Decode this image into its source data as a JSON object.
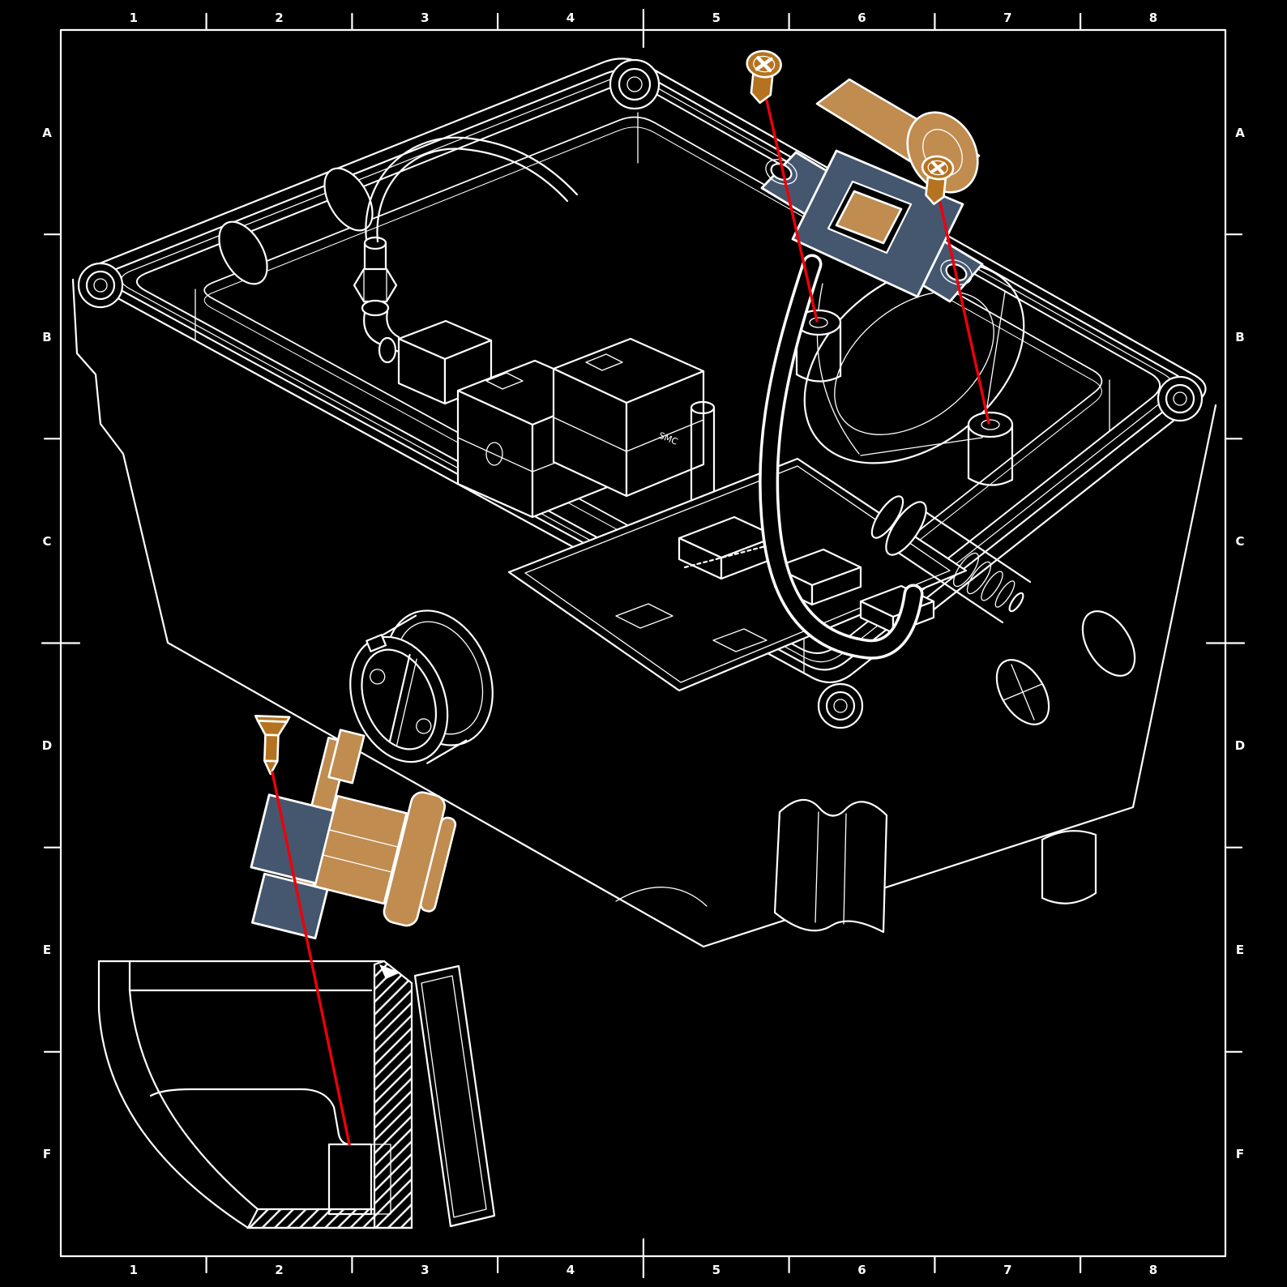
{
  "drawing": {
    "background_color": "#000000",
    "line_color": "#ffffff",
    "leader_line_color": "#ee0009",
    "highlight_colors": {
      "bracket_blue": "#45576f",
      "component_tan": "#c08c50",
      "screw_orange": "#b5731f"
    }
  },
  "grid_reference": {
    "columns": [
      "1",
      "2",
      "3",
      "4",
      "5",
      "6",
      "7",
      "8"
    ],
    "rows": [
      "A",
      "B",
      "C",
      "D",
      "E",
      "F"
    ]
  },
  "annotations": {
    "valve_brand_label": "SMC"
  },
  "parts": {
    "exploded_fasteners": [
      "pan-head-screw-1",
      "pan-head-screw-2",
      "flat-head-screw"
    ],
    "highlighted_components": [
      "io-connector-bracket",
      "io-connector-insert",
      "sensor-connector-assembly"
    ],
    "enclosure_components": [
      "open-enclosure-box",
      "lid-gasket-rim",
      "corner-screw-bosses",
      "solenoid-valve-block-a",
      "solenoid-valve-block-b",
      "pneumatic-elbow-fitting",
      "pneumatic-tube",
      "pcb-with-connectors",
      "power-cable",
      "cable-gland",
      "fan-duct",
      "mounting-standoffs",
      "panel-mount-connector",
      "section-detail-view",
      "side-panel"
    ]
  }
}
